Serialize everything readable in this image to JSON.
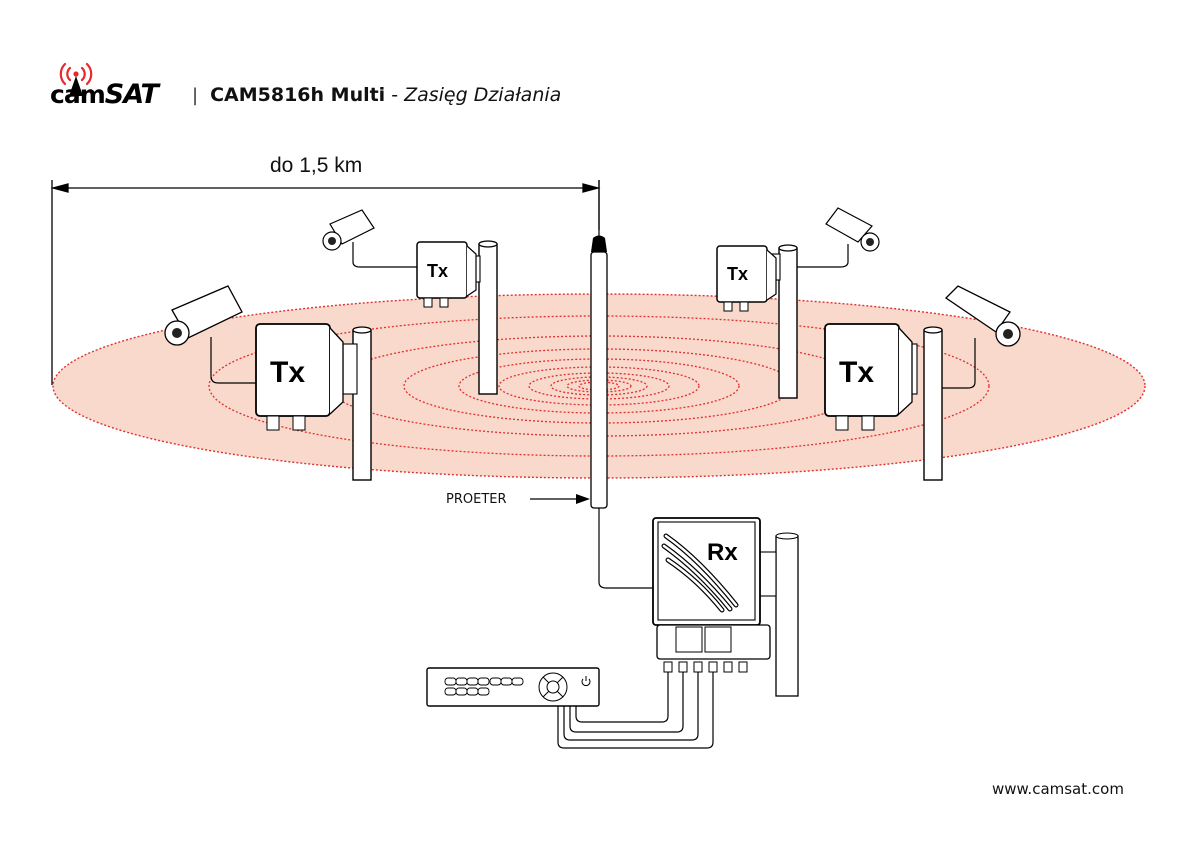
{
  "header": {
    "logo_text_cam": "cam",
    "logo_text_sat": "SAT",
    "logo_icon": "antenna-signal-icon",
    "separator": "|",
    "model": "CAM5816h Multi",
    "dash": "-",
    "subtitle": "Zasięg Działania"
  },
  "diagram": {
    "range_label": "do 1,5 km",
    "antenna_label": "PROETER",
    "transmitters": [
      {
        "label": "Tx",
        "position": "back-left"
      },
      {
        "label": "Tx",
        "position": "back-right"
      },
      {
        "label": "Tx",
        "position": "front-left"
      },
      {
        "label": "Tx",
        "position": "front-right"
      }
    ],
    "receiver": {
      "label": "Rx"
    },
    "recorder": {
      "name": "DVR",
      "power_icon": "power-icon"
    },
    "coverage_color": "#f9d9cc",
    "ring_color": "#e03030",
    "logo_accent": "#e8282b"
  },
  "footer": {
    "url": "www.camsat.com"
  }
}
